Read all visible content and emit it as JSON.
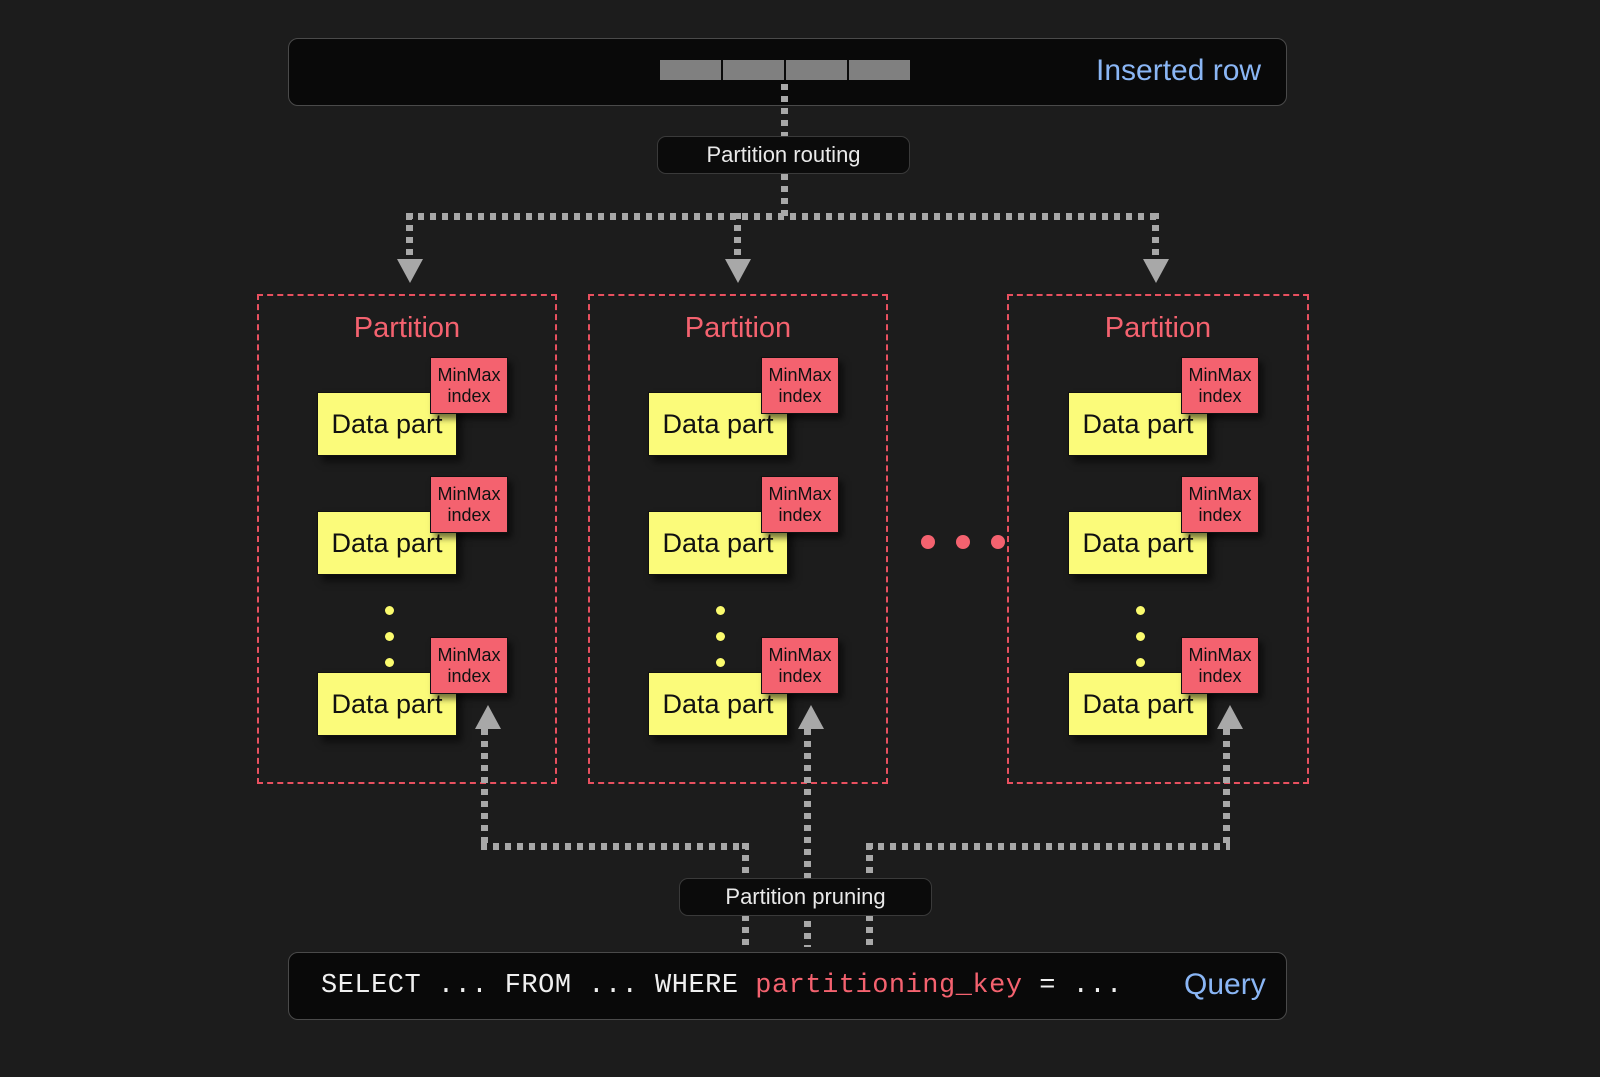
{
  "diagram": {
    "title": "ClickHouse partitioning: insert routing and partition pruning",
    "background_color": "#1c1c1c"
  },
  "top": {
    "inserted_row_label": "Inserted row",
    "row_cell_count": 4,
    "row_cell_color": "#808080",
    "label_color": "#8ab6f5"
  },
  "routing": {
    "box_label": "Partition routing",
    "arrow_color": "#a8a8a8",
    "branch_count": 3
  },
  "partitions": [
    {
      "title": "Partition",
      "parts": [
        {
          "label": "Data part",
          "index_label": "MinMax\nindex"
        },
        {
          "label": "Data part",
          "index_label": "MinMax\nindex"
        },
        {
          "label": "Data part",
          "index_label": "MinMax\nindex"
        }
      ],
      "ellipsis": "vertical"
    },
    {
      "title": "Partition",
      "parts": [
        {
          "label": "Data part",
          "index_label": "MinMax\nindex"
        },
        {
          "label": "Data part",
          "index_label": "MinMax\nindex"
        },
        {
          "label": "Data part",
          "index_label": "MinMax\nindex"
        }
      ],
      "ellipsis": "vertical"
    },
    {
      "title": "Partition",
      "parts": [
        {
          "label": "Data part",
          "index_label": "MinMax\nindex"
        },
        {
          "label": "Data part",
          "index_label": "MinMax\nindex"
        },
        {
          "label": "Data part",
          "index_label": "MinMax\nindex"
        }
      ],
      "ellipsis": "vertical"
    }
  ],
  "labels": {
    "partition_title": "Partition",
    "data_part": "Data part",
    "minmax_line1": "MinMax",
    "minmax_line2": "index"
  },
  "between_partitions_ellipsis": "• • •",
  "pruning": {
    "box_label": "Partition pruning"
  },
  "query": {
    "label": "Query",
    "prefix": "SELECT ... FROM ... WHERE ",
    "key": "partitioning_key",
    "suffix": " = ...",
    "key_color": "#f4626f",
    "label_color": "#8ab6f5"
  },
  "colors": {
    "partition_border": "#e8505f",
    "data_part_fill": "#fbfb7a",
    "minmax_fill": "#f4626f",
    "connector": "#a8a8a8",
    "panel_fill": "#090909"
  }
}
